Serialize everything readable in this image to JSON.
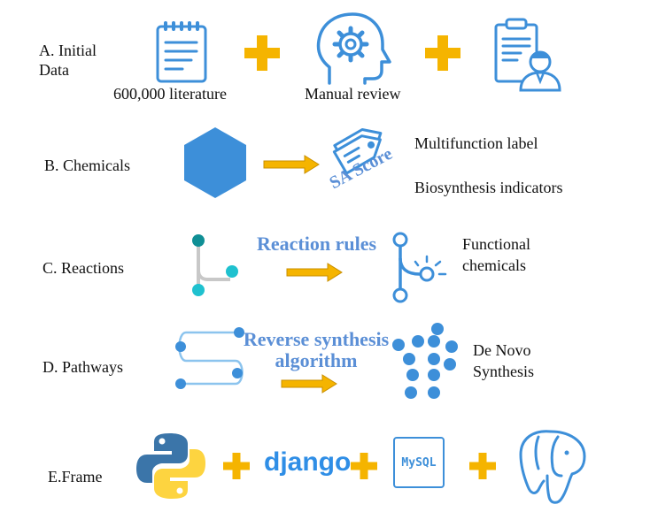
{
  "rows": {
    "a": {
      "label_line1": "A. Initial",
      "label_line2": "Data",
      "caption_literature": "600,000 literature",
      "caption_review": "Manual review"
    },
    "b": {
      "label": "B. Chemicals",
      "sa_score": "SA Score",
      "multifunction_label": "Multifunction label",
      "biosynthesis_indicators": "Biosynthesis indicators"
    },
    "c": {
      "label": "C. Reactions",
      "reaction_rules": "Reaction rules",
      "functional_line1": "Functional",
      "functional_line2": "chemicals"
    },
    "d": {
      "label": "D. Pathways",
      "algo_line1": "Reverse synthesis",
      "algo_line2": "algorithm",
      "denovo_line1": "De Novo",
      "denovo_line2": "Synthesis"
    },
    "e": {
      "label": "E.Frame",
      "django_logo": "django",
      "mysql_logo": "MySQL"
    }
  },
  "colors": {
    "accent_blue": "#3d8fd9",
    "arrow_yellow": "#f5b400",
    "teal": "#1aa6b0",
    "heading_blue": "#5b8fd6",
    "django_blue": "#2f8ee6"
  },
  "icons": [
    "notepad-icon",
    "head-gear-icon",
    "document-person-icon",
    "hexagon-icon",
    "tags-icon",
    "branch-icon",
    "branch-sparkle-icon",
    "pathway-icon",
    "network-icon",
    "python-logo",
    "django-logo",
    "mysql-logo",
    "postgresql-elephant-logo"
  ]
}
